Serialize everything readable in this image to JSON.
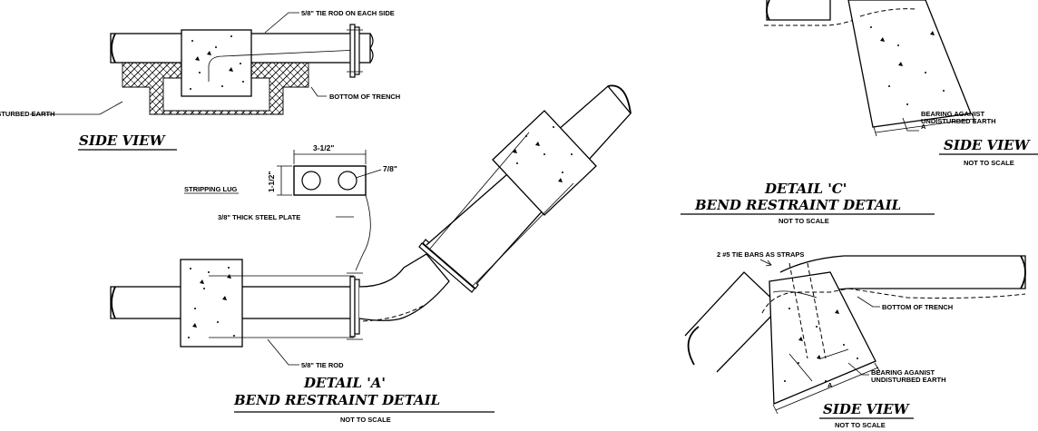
{
  "detail_a": {
    "title": "DETAIL 'A'",
    "subtitle": "BEND RESTRAINT DETAIL",
    "scale_note": "NOT TO SCALE",
    "tie_rod_label": "5/8\" TIE ROD"
  },
  "side_view_a": {
    "title": "SIDE VIEW",
    "tie_rod_label": "5/8\" TIE ROD ON EACH SIDE",
    "undisturbed_earth_label": "UNDISTURBED EARTH",
    "bottom_of_trench_label": "BOTTOM OF TRENCH"
  },
  "stripping_lug": {
    "label": "STRIPPING LUG",
    "width_dim": "3-1/2\"",
    "height_dim": "1-1/2\"",
    "hole_dim": "7/8\"",
    "plate_label": "3/8\" THICK STEEL PLATE"
  },
  "detail_c": {
    "title": "DETAIL 'C'",
    "subtitle": "BEND RESTRAINT DETAIL",
    "scale_note": "NOT TO SCALE",
    "side_view_title": "SIDE VIEW",
    "side_view_scale": "NOT TO SCALE",
    "bearing_label_1": "BEARING AGANIST",
    "bearing_label_2": "UNDISTURBED EARTH",
    "dim_a": "A"
  },
  "side_view_lower": {
    "title": "SIDE VIEW",
    "scale_note": "NOT TO SCALE",
    "tie_bars_label": "2 #5 TIE BARS AS STRAPS",
    "bottom_of_trench_label": "BOTTOM OF TRENCH",
    "bearing_label_1": "BEARING AGANIST",
    "bearing_label_2": "UNDISTURBED EARTH",
    "dim_a": "A"
  }
}
